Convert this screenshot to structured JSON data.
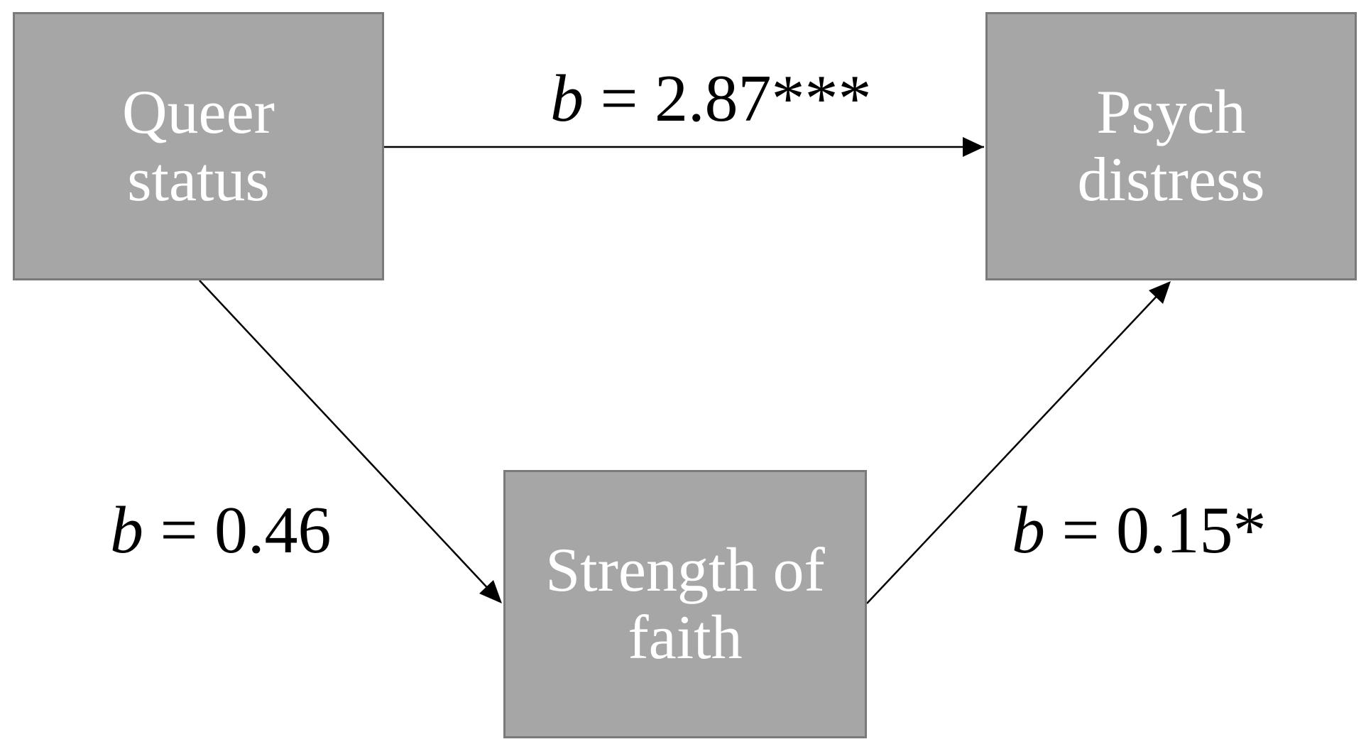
{
  "colors": {
    "node_fill": "#a6a6a6",
    "node_border": "#7a7a7a",
    "node_text": "#ffffff",
    "arrow": "#000000",
    "label_text": "#000000"
  },
  "nodes": {
    "queer_status": {
      "line1": "Queer",
      "line2": "status"
    },
    "psych_distress": {
      "line1": "Psych",
      "line2": "distress"
    },
    "strength_of_faith": {
      "line1": "Strength of",
      "line2": "faith"
    }
  },
  "paths": {
    "direct": {
      "symbol": "b",
      "value": " = 2.87***"
    },
    "a_path": {
      "symbol": "b",
      "value": " = 0.46"
    },
    "b_path": {
      "symbol": "b",
      "value": " = 0.15*"
    }
  }
}
